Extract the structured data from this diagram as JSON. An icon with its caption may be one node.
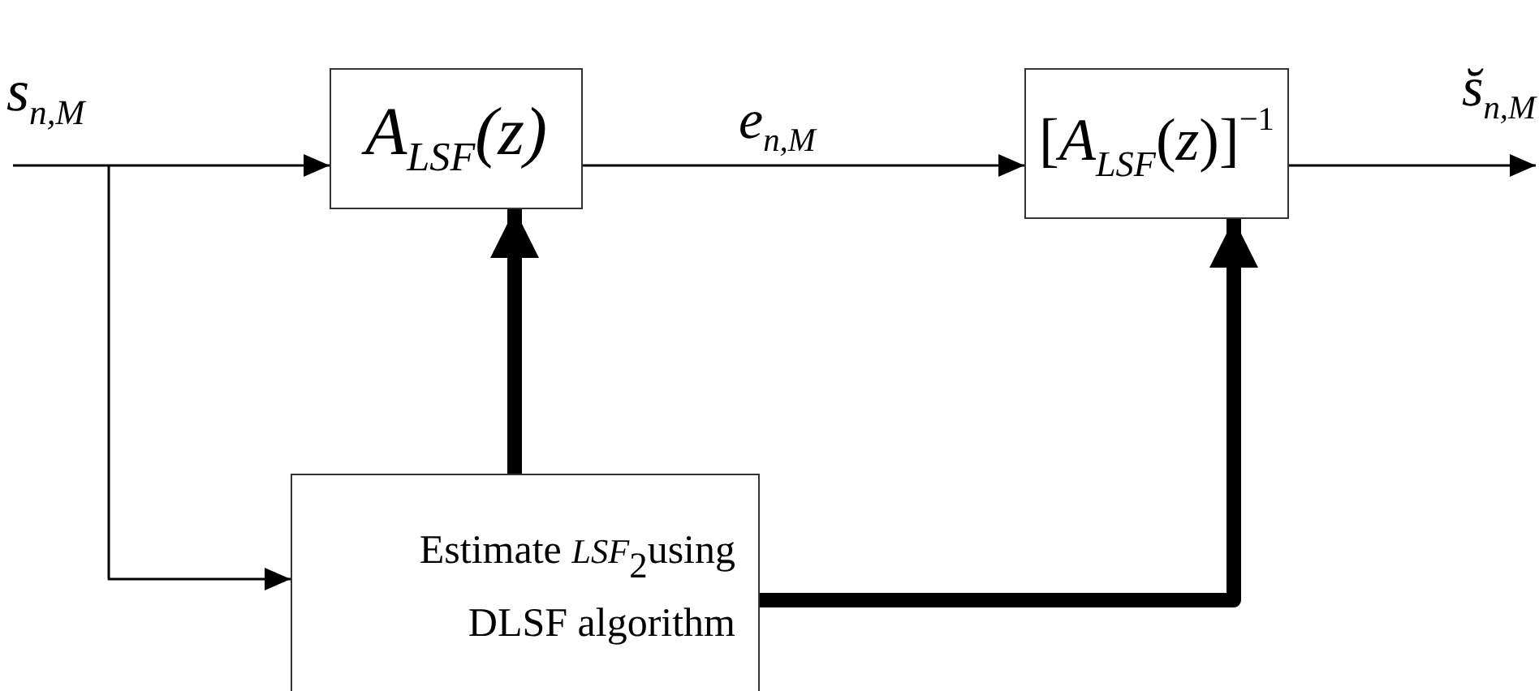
{
  "diagram": {
    "nodes": [
      {
        "text": [
          "s$_{n,M}$"
        ]
      },
      {
        "text": [
          "A$_{LSF}$(z)"
        ]
      },
      {
        "text": [
          "[*A*$_{LSF}$(*z*)]$^{−1}$"
        ]
      },
      {
        "text": [
          "s̆$_{n,M}$"
        ]
      },
      {
        "text": [
          "Estimate *LSF*$_{2}$using DLSF algorithm"
        ]
      }
    ],
    "edges": [
      {
        "from": 0,
        "to": 1,
        "arrow": "to"
      },
      {
        "from": 0,
        "to": 4,
        "arrow": "to"
      },
      {
        "from": 1,
        "to": 2,
        "arrow": "to",
        "label": "e$_{n,M}$"
      },
      {
        "from": 2,
        "to": 3,
        "arrow": "to"
      },
      {
        "from": 4,
        "to": 1,
        "arrow": "to",
        "style": "thick"
      },
      {
        "from": 4,
        "to": 2,
        "arrow": "to",
        "style": "thick"
      }
    ]
  }
}
